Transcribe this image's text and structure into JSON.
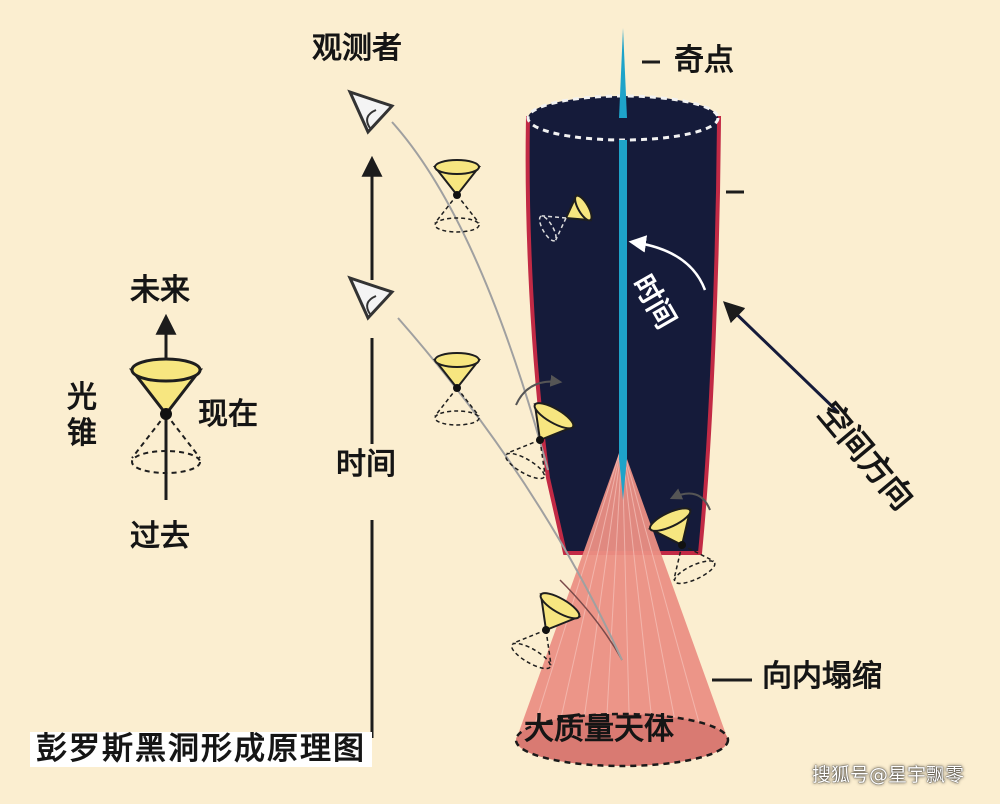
{
  "labels": {
    "observer": "观测者",
    "singularity": "奇点",
    "future": "未来",
    "present": "现在",
    "past": "过去",
    "light_cone": "光锥",
    "time_axis": "时间",
    "time_inner": "时间",
    "space_direction": "空间方向",
    "inward_collapse": "向内塌缩",
    "massive_body": "大质量天体",
    "title": "彭罗斯黑洞形成原理图",
    "watermark": "搜狐号@星宇飘零"
  },
  "colors": {
    "background": "#fbeed0",
    "black_hole": "#151b3a",
    "black_hole_edge": "#c22a45",
    "singularity": "#1ea3c9",
    "collapsing_body": "#eb8f84",
    "light_cone_fill": "#f7e680",
    "light_cone_stroke": "#1e1e1e"
  }
}
